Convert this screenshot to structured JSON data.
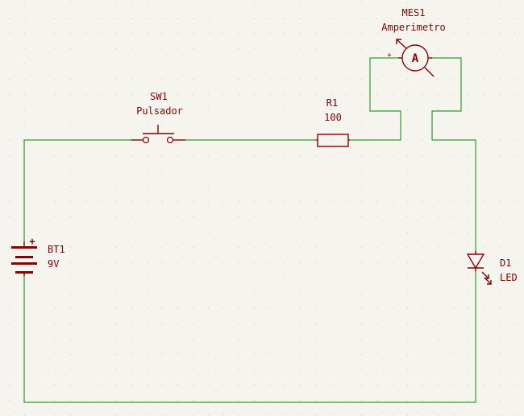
{
  "components": {
    "meter": {
      "ref": "MES1",
      "value": "Amperimetro",
      "glyph": "A",
      "plus": "+"
    },
    "switch": {
      "ref": "SW1",
      "value": "Pulsador"
    },
    "resistor": {
      "ref": "R1",
      "value": "100"
    },
    "battery": {
      "ref": "BT1",
      "value": "9V",
      "plus": "+"
    },
    "led": {
      "ref": "D1",
      "value": "LED"
    }
  },
  "colors": {
    "background": "#f5f4ef",
    "grid_dot": "#c9c8c2",
    "wire": "#2d9b2d",
    "symbol": "#840000"
  }
}
